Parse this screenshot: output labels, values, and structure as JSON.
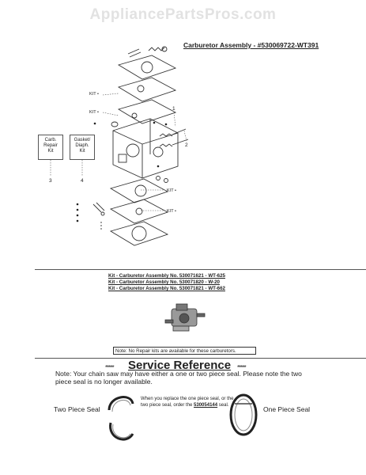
{
  "watermark": "AppliancePartsPros.com",
  "assembly_title": "Carburetor Assembly - #530069722-WT391",
  "diagram": {
    "kit_labels": [
      "KIT •",
      "KIT •",
      "KIT •",
      "KIT •"
    ],
    "callout_numbers": [
      "1",
      "2",
      "3",
      "4"
    ],
    "boxes": [
      {
        "line1": "Carb.",
        "line2": "Repair",
        "line3": "Kit"
      },
      {
        "line1": "Gasket/",
        "line2": "Diaph.",
        "line3": "Kit"
      }
    ]
  },
  "kit_lines": [
    "Kit - Carburetor Assembly No. 530071621 - WT-625",
    "Kit - Carburetor Assembly No. 530071820 - W-20",
    "Kit - Carburetor Assembly No. 530071821 - WT-662"
  ],
  "note_box": "Note: No Repair kits are available for these carburetors.",
  "service": {
    "stars": "*****",
    "heading": "Service Reference",
    "note": "Note: Your chain saw may have either a one or two piece seal. Please note the two piece seal is no longer available.",
    "two_piece_label": "Two Piece Seal",
    "one_piece_label": "One Piece Seal",
    "middle_text_1": "When you replace the one piece seal, or the two piece seal, order the",
    "middle_part_number": "530054144",
    "middle_text_2": "seal."
  }
}
